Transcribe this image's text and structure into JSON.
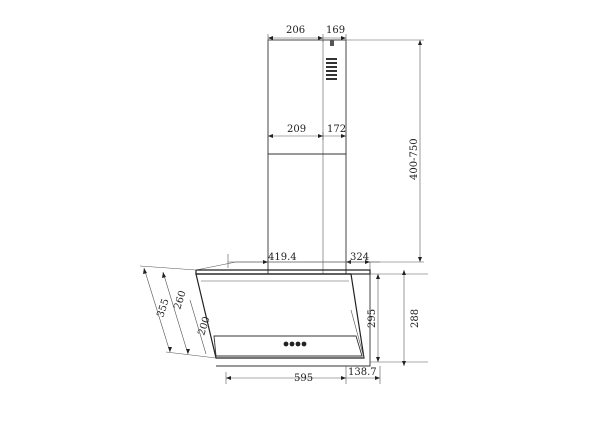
{
  "dimensions": {
    "chimney_top_width": "206",
    "chimney_top_depth": "169",
    "chimney_bottom_width": "209",
    "chimney_bottom_depth": "172",
    "total_height_range": "400-750",
    "hood_width": "419.4",
    "chimney_offset": "324",
    "hood_height_outer": "288",
    "hood_height_inner": "295",
    "left_depth_outer": "355",
    "left_depth_middle": "260",
    "left_depth_inner": "200",
    "hood_overall_width": "595",
    "bottom_offset": "138.7"
  }
}
